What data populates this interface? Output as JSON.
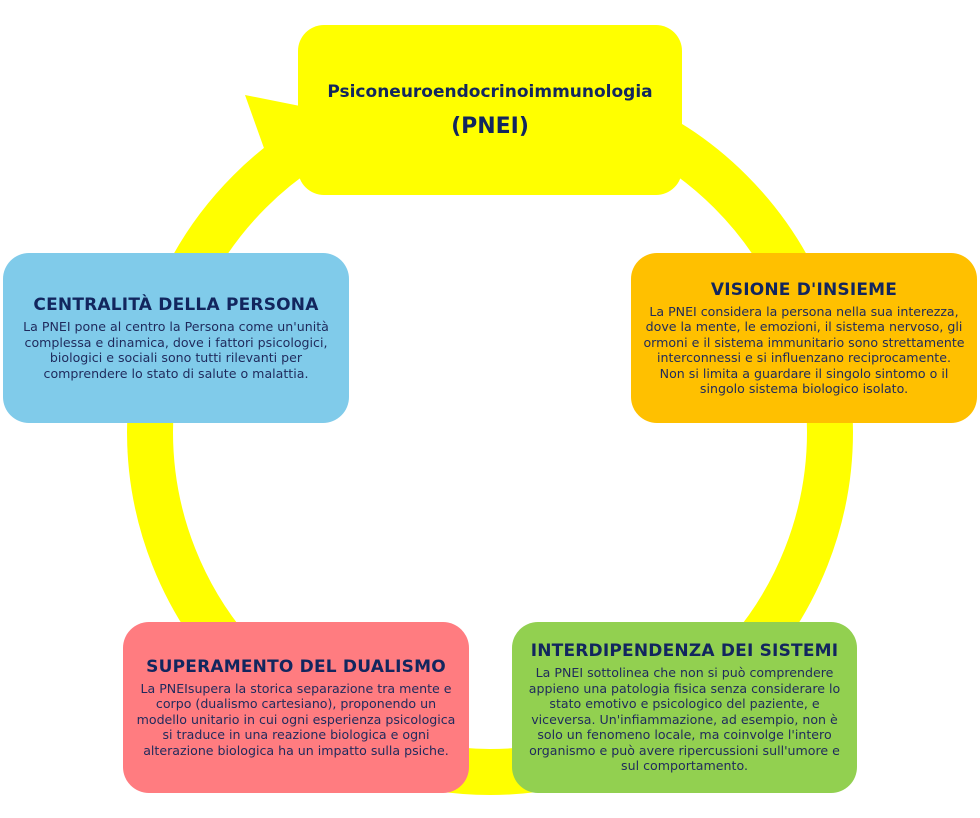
{
  "colors": {
    "ring": "#ffff00",
    "top": "#ffff00",
    "right": "#ffc000",
    "bottom_right": "#92d050",
    "bottom_left": "#ff7c80",
    "left": "#80cbea",
    "text": "#1f2a5c"
  },
  "center": {
    "title": "Psiconeuroendocrinoimmunologia",
    "acronym": "(PNEI)"
  },
  "nodes": {
    "visione": {
      "title": "VISIONE D'INSIEME",
      "text": "La PNEI considera la persona nella sua interezza, dove la mente, le emozioni, il sistema nervoso, gli ormoni e il sistema immunitario sono strettamente interconnessi e si influenzano reciprocamente. Non si limita a guardare il singolo sintomo o il singolo sistema biologico isolato."
    },
    "interdipendenza": {
      "title": "INTERDIPENDENZA DEI SISTEMI",
      "text": "La PNEI sottolinea che non si può comprendere appieno una patologia fisica senza considerare lo stato emotivo e psicologico del paziente, e viceversa. Un'infiammazione, ad esempio, non è solo un fenomeno locale, ma coinvolge l'intero organismo e può avere ripercussioni sull'umore e sul comportamento."
    },
    "dualismo": {
      "title": "SUPERAMENTO DEL DUALISMO",
      "text": "La PNEIsupera la storica separazione tra mente e corpo (dualismo cartesiano), proponendo un modello unitario in cui ogni esperienza psicologica si traduce in una reazione biologica e ogni alterazione biologica ha un impatto sulla psiche."
    },
    "centralita": {
      "title": "CENTRALITÀ DELLA PERSONA",
      "text": "La PNEI pone al centro la Persona come un'unità complessa e dinamica, dove i fattori psicologici, biologici e sociali sono tutti rilevanti per comprendere lo stato di salute o malattia."
    }
  }
}
